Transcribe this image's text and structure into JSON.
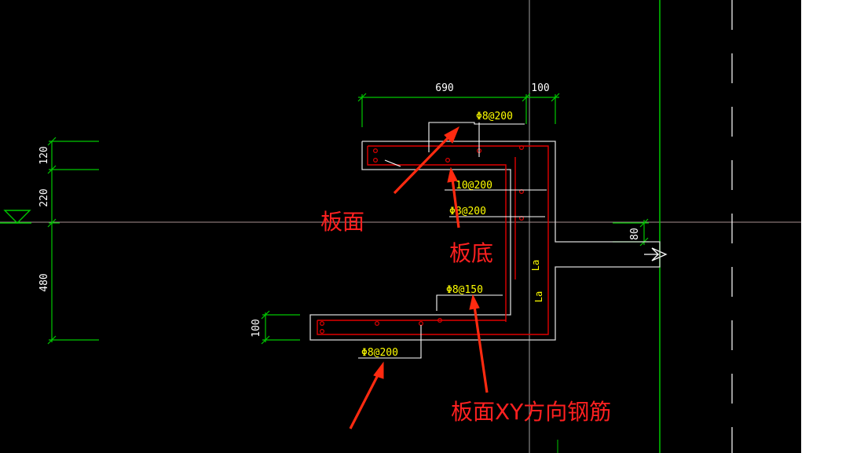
{
  "colors": {
    "background": "#000000",
    "page": "#ffffff",
    "dimension_lines": "#00c800",
    "outline": "#d8d8d8",
    "rebar_lines": "#e00000",
    "rebar_text": "#ffff00",
    "annotation": "#ff2020",
    "arrow": "#ff2a10",
    "axis": "#b0b0b0"
  },
  "dimensions": {
    "top_left": "690",
    "top_right": "100",
    "left_top": "120",
    "left_mid": "220",
    "left_bottom": "480",
    "bottom_slab": "100",
    "right_gap": "80"
  },
  "rebar_labels": {
    "top_slab_top": "Φ8@200",
    "top_slab_bottom": "10@200",
    "wall_vertical": "Φ8@200",
    "bottom_slab_top": "Φ8@150",
    "bottom_slab_bottom": "Φ8@200",
    "anchor_1": "La",
    "anchor_2": "La"
  },
  "annotations": {
    "slab_top": "板面",
    "slab_bottom": "板底",
    "slab_top_xy": "板面XY方向钢筋"
  },
  "icons": [
    "elevation-marker-icon",
    "break-line-icon"
  ]
}
